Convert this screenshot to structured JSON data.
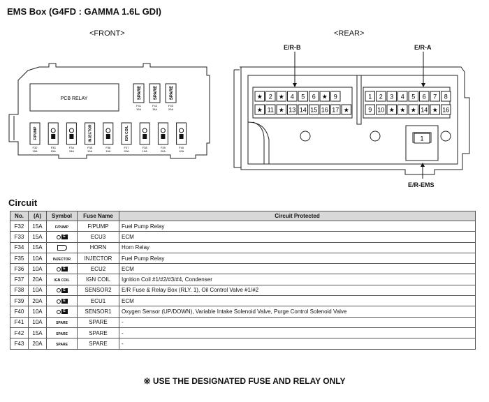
{
  "title": "EMS Box (G4FD : GAMMA 1.6L GDI)",
  "front_label": "<FRONT>",
  "rear_label": "<REAR>",
  "rear_labels": {
    "erb": "E/R-B",
    "era": "E/R-A",
    "erems": "E/R-EMS"
  },
  "front": {
    "pcb_relay": "PCB RELAY",
    "top_fuses": [
      {
        "id": "F41",
        "amp": "10A",
        "name": "SPARE"
      },
      {
        "id": "F42",
        "amp": "15A",
        "name": "SPARE"
      },
      {
        "id": "F43",
        "amp": "20A",
        "name": "SPARE"
      }
    ],
    "bottom_fuses": [
      {
        "id": "F32",
        "amp": "15A",
        "name": "F/PUMP"
      },
      {
        "id": "F33",
        "amp": "15A",
        "name": "ECU3"
      },
      {
        "id": "F34",
        "amp": "15A",
        "name": "HORN"
      },
      {
        "id": "F35",
        "amp": "10A",
        "name": "INJECTOR"
      },
      {
        "id": "F36",
        "amp": "10A",
        "name": "ECU2"
      },
      {
        "id": "F37",
        "amp": "20A",
        "name": "IGN COIL"
      },
      {
        "id": "F38",
        "amp": "10A",
        "name": "SENSOR2"
      },
      {
        "id": "F39",
        "amp": "20A",
        "name": "ECU1"
      },
      {
        "id": "F40",
        "amp": "10A",
        "name": "SENSOR1"
      }
    ]
  },
  "connectors": {
    "erb_top": [
      "★",
      "2",
      "★",
      "4",
      "5",
      "6",
      "★",
      "9"
    ],
    "erb_bottom": [
      "★",
      "11",
      "★",
      "13",
      "14",
      "15",
      "16",
      "17",
      "★"
    ],
    "era_top": [
      "1",
      "2",
      "3",
      "4",
      "5",
      "6",
      "7",
      "8"
    ],
    "era_bottom": [
      "9",
      "10",
      "★",
      "★",
      "★",
      "14",
      "★",
      "16"
    ],
    "erems": [
      "1"
    ]
  },
  "circuit": {
    "heading": "Circuit",
    "headers": [
      "No.",
      "(A)",
      "Symbol",
      "Fuse Name",
      "Circuit Protected"
    ],
    "rows": [
      {
        "no": "F32",
        "amp": "15A",
        "symbol": "F/PUMP",
        "fuse": "F/PUMP",
        "circuit": "Fuel Pump Relay"
      },
      {
        "no": "F33",
        "amp": "15A",
        "symbol": "ecu-icon",
        "fuse": "ECU3",
        "circuit": "ECM"
      },
      {
        "no": "F34",
        "amp": "15A",
        "symbol": "horn-icon",
        "fuse": "HORN",
        "circuit": "Horn Relay"
      },
      {
        "no": "F35",
        "amp": "10A",
        "symbol": "INJECTOR",
        "fuse": "INJECTOR",
        "circuit": "Fuel Pump Relay"
      },
      {
        "no": "F36",
        "amp": "10A",
        "symbol": "ecu-icon",
        "fuse": "ECU2",
        "circuit": "ECM"
      },
      {
        "no": "F37",
        "amp": "20A",
        "symbol": "IGN COIL",
        "fuse": "IGN COIL",
        "circuit": "Ignition Coil #1/#2/#3/#4, Condenser"
      },
      {
        "no": "F38",
        "amp": "10A",
        "symbol": "ecu-icon",
        "fuse": "SENSOR2",
        "circuit": "E/R Fuse & Relay Box (RLY. 1), Oil Control Valve #1/#2"
      },
      {
        "no": "F39",
        "amp": "20A",
        "symbol": "ecu-icon",
        "fuse": "ECU1",
        "circuit": "ECM"
      },
      {
        "no": "F40",
        "amp": "10A",
        "symbol": "ecu-icon",
        "fuse": "SENSOR1",
        "circuit": "Oxygen Sensor (UP/DOWN), Variable Intake Solenoid Valve, Purge Control Solenoid Valve"
      },
      {
        "no": "F41",
        "amp": "10A",
        "symbol": "SPARE",
        "fuse": "SPARE",
        "circuit": "-"
      },
      {
        "no": "F42",
        "amp": "15A",
        "symbol": "SPARE",
        "fuse": "SPARE",
        "circuit": "-"
      },
      {
        "no": "F43",
        "amp": "20A",
        "symbol": "SPARE",
        "fuse": "SPARE",
        "circuit": "-"
      }
    ]
  },
  "note": "※ USE THE DESIGNATED FUSE AND RELAY ONLY"
}
